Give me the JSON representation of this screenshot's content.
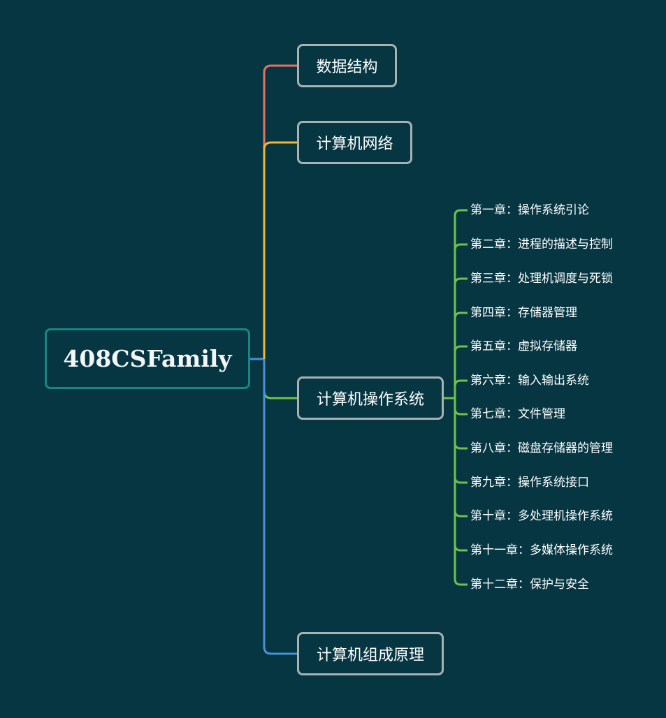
{
  "colors": {
    "background": "#063642",
    "root_border": "#1b8583",
    "topic_border": "#a8b1b3",
    "edge_data_structures": "#e8705d",
    "edge_networks": "#f2b632",
    "edge_os": "#6cc24a",
    "edge_organization": "#4a8fd8"
  },
  "root": {
    "label": "408CSFamily"
  },
  "topics": [
    {
      "label": "数据结构"
    },
    {
      "label": "计算机网络"
    },
    {
      "label": "计算机操作系统"
    },
    {
      "label": "计算机组成原理"
    }
  ],
  "os_chapters": [
    {
      "label": "第一章：操作系统引论"
    },
    {
      "label": "第二章：进程的描述与控制"
    },
    {
      "label": "第三章：处理机调度与死锁"
    },
    {
      "label": "第四章：存储器管理"
    },
    {
      "label": "第五章：虚拟存储器"
    },
    {
      "label": "第六章：输入输出系统"
    },
    {
      "label": "第七章：文件管理"
    },
    {
      "label": "第八章：磁盘存储器的管理"
    },
    {
      "label": "第九章：操作系统接口"
    },
    {
      "label": "第十章：多处理机操作系统"
    },
    {
      "label": "第十一章：多媒体操作系统"
    },
    {
      "label": "第十二章：保护与安全"
    }
  ]
}
